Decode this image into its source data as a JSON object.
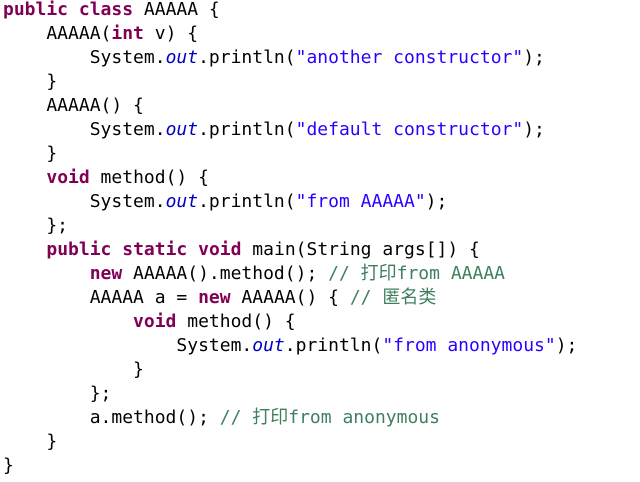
{
  "code": {
    "lines": [
      [
        {
          "t": "public",
          "c": "kw"
        },
        {
          "t": " "
        },
        {
          "t": "class",
          "c": "kw"
        },
        {
          "t": " AAAAA {"
        }
      ],
      [
        {
          "t": "    AAAAA("
        },
        {
          "t": "int",
          "c": "kw"
        },
        {
          "t": " v) {"
        }
      ],
      [
        {
          "t": "        System."
        },
        {
          "t": "out",
          "c": "fld"
        },
        {
          "t": ".println("
        },
        {
          "t": "\"another constructor\"",
          "c": "str"
        },
        {
          "t": ");"
        }
      ],
      [
        {
          "t": "    }"
        }
      ],
      [
        {
          "t": "    AAAAA() {"
        }
      ],
      [
        {
          "t": "        System."
        },
        {
          "t": "out",
          "c": "fld"
        },
        {
          "t": ".println("
        },
        {
          "t": "\"default constructor\"",
          "c": "str"
        },
        {
          "t": ");"
        }
      ],
      [
        {
          "t": "    }"
        }
      ],
      [
        {
          "t": "    "
        },
        {
          "t": "void",
          "c": "kw"
        },
        {
          "t": " method() {"
        }
      ],
      [
        {
          "t": "        System."
        },
        {
          "t": "out",
          "c": "fld"
        },
        {
          "t": ".println("
        },
        {
          "t": "\"from AAAAA\"",
          "c": "str"
        },
        {
          "t": ");"
        }
      ],
      [
        {
          "t": "    };"
        }
      ],
      [
        {
          "t": "    "
        },
        {
          "t": "public",
          "c": "kw"
        },
        {
          "t": " "
        },
        {
          "t": "static",
          "c": "kw"
        },
        {
          "t": " "
        },
        {
          "t": "void",
          "c": "kw"
        },
        {
          "t": " main(String args[]) {"
        }
      ],
      [
        {
          "t": "        "
        },
        {
          "t": "new",
          "c": "kw"
        },
        {
          "t": " AAAAA().method(); "
        },
        {
          "t": "// 打印from AAAAA",
          "c": "cm"
        }
      ],
      [
        {
          "t": "        AAAAA a = "
        },
        {
          "t": "new",
          "c": "kw"
        },
        {
          "t": " AAAAA() { "
        },
        {
          "t": "// 匿名类",
          "c": "cm"
        }
      ],
      [
        {
          "t": "            "
        },
        {
          "t": "void",
          "c": "kw"
        },
        {
          "t": " method() {"
        }
      ],
      [
        {
          "t": "                System."
        },
        {
          "t": "out",
          "c": "fld"
        },
        {
          "t": ".println("
        },
        {
          "t": "\"from anonymous\"",
          "c": "str"
        },
        {
          "t": ");"
        }
      ],
      [
        {
          "t": "            }"
        }
      ],
      [
        {
          "t": "        };"
        }
      ],
      [
        {
          "t": "        a.method(); "
        },
        {
          "t": "// 打印from anonymous",
          "c": "cm"
        }
      ],
      [
        {
          "t": "    }"
        }
      ],
      [
        {
          "t": "}"
        }
      ]
    ]
  }
}
